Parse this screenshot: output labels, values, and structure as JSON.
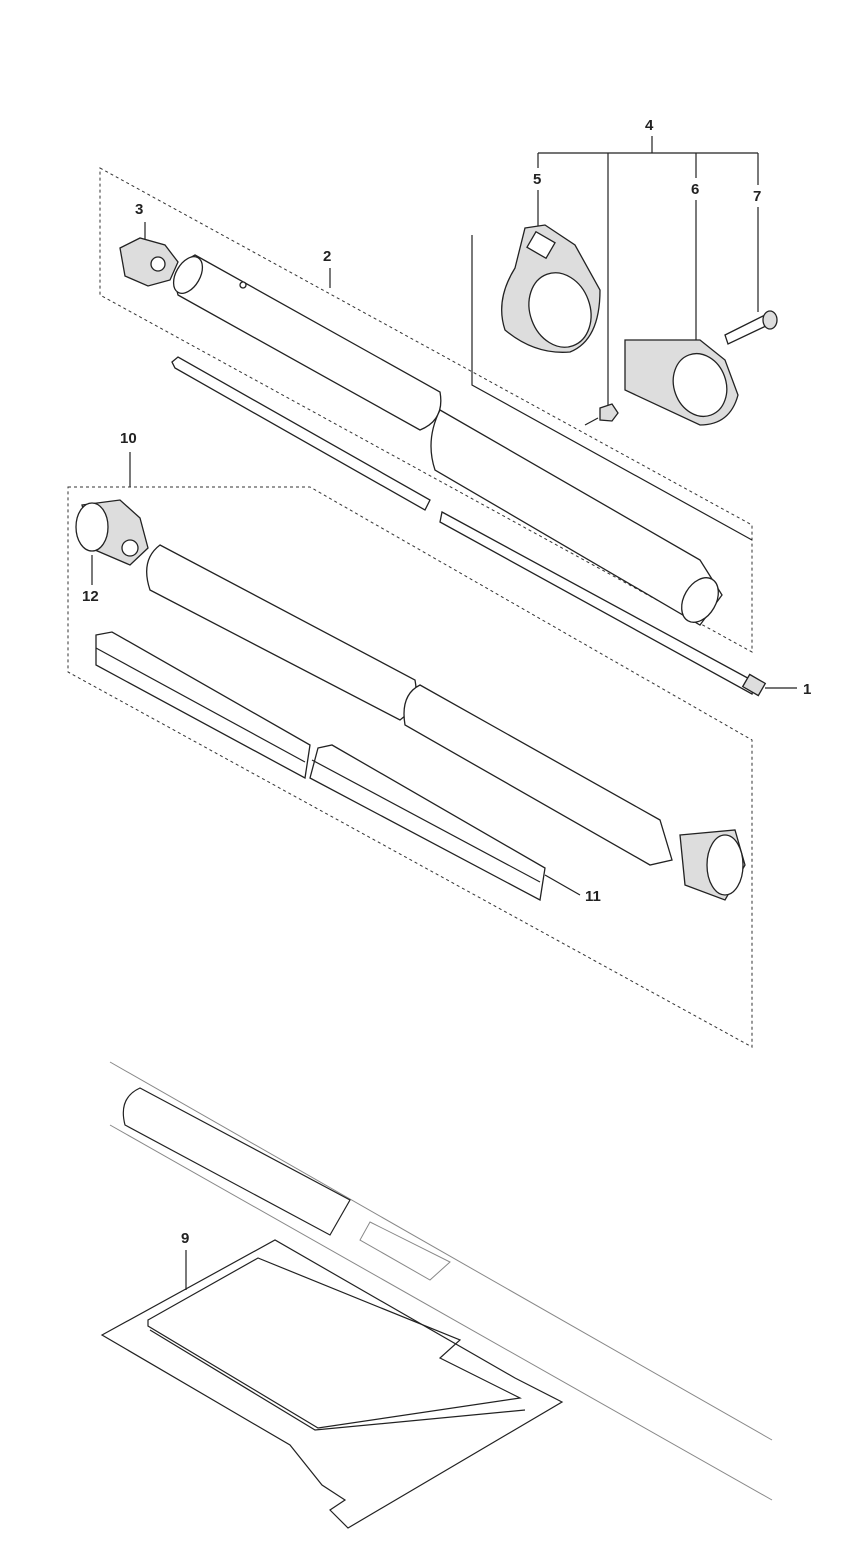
{
  "diagram": {
    "type": "exploded-parts-diagram",
    "callouts": [
      {
        "id": "c1",
        "text": "1"
      },
      {
        "id": "c2",
        "text": "2"
      },
      {
        "id": "c3",
        "text": "3"
      },
      {
        "id": "c4",
        "text": "4"
      },
      {
        "id": "c5",
        "text": "5"
      },
      {
        "id": "c6",
        "text": "6"
      },
      {
        "id": "c7",
        "text": "7"
      },
      {
        "id": "c9",
        "text": "9"
      },
      {
        "id": "c10",
        "text": "10"
      },
      {
        "id": "c11",
        "text": "11"
      },
      {
        "id": "c12",
        "text": "12"
      }
    ]
  }
}
